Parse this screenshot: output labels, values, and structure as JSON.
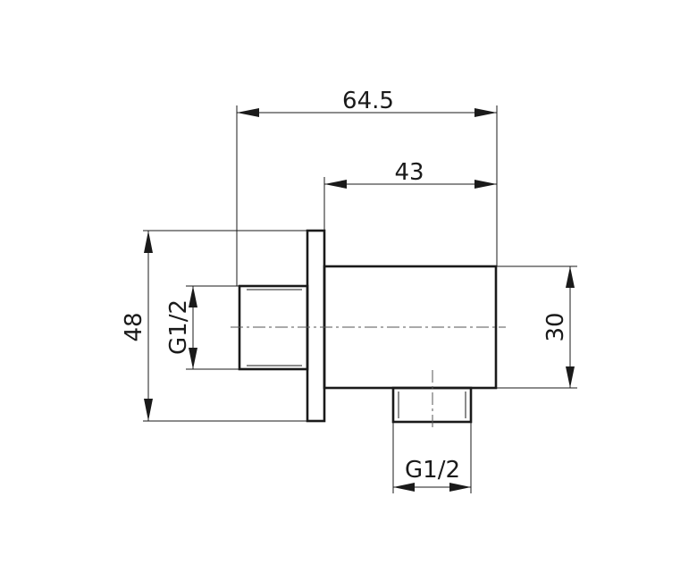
{
  "dimensions": {
    "overall_length": "64.5",
    "body_length": "43",
    "plate_height": "48",
    "inlet_thread": "G1/2",
    "body_height": "30",
    "outlet_thread": "G1/2"
  }
}
